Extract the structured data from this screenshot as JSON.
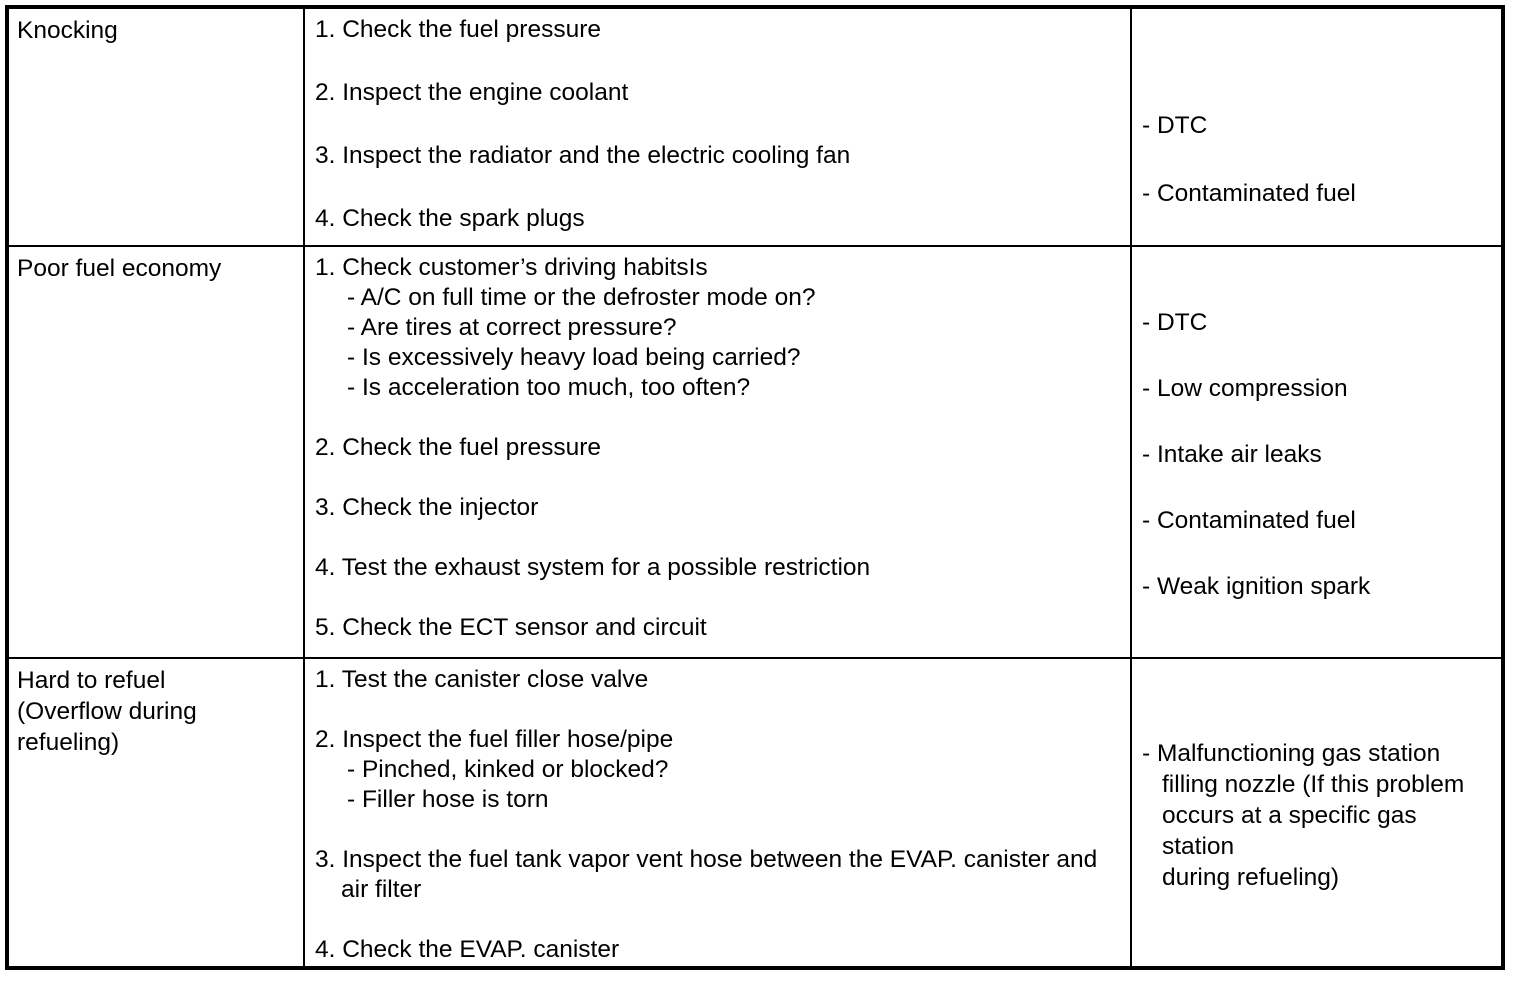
{
  "document": {
    "type": "troubleshooting-table",
    "border_color": "#000000",
    "text_color": "#000000",
    "background_color": "#ffffff"
  },
  "table": {
    "rows": [
      {
        "symptom": "Knocking",
        "checks": [
          {
            "num": "1.",
            "text": "Check the fuel pressure",
            "subs": []
          },
          {
            "num": "2.",
            "text": "Inspect the engine coolant",
            "subs": []
          },
          {
            "num": "3.",
            "text": "Inspect the radiator and the electric cooling fan",
            "subs": []
          },
          {
            "num": "4.",
            "text": "Check the spark plugs",
            "subs": []
          }
        ],
        "causes": [
          "- DTC",
          "- Contaminated fuel"
        ]
      },
      {
        "symptom": "Poor fuel economy",
        "checks": [
          {
            "num": "1.",
            "text": "Check customer’s driving habitsIs",
            "subs": [
              "- A/C on full time or the defroster mode on?",
              "- Are tires at correct pressure?",
              "- Is excessively heavy load being carried?",
              "- Is acceleration too much, too often?"
            ]
          },
          {
            "num": "2.",
            "text": "Check the fuel pressure",
            "subs": []
          },
          {
            "num": "3.",
            "text": "Check the injector",
            "subs": []
          },
          {
            "num": "4.",
            "text": "Test the exhaust system for a possible restriction",
            "subs": []
          },
          {
            "num": "5.",
            "text": "Check the ECT sensor and circuit",
            "subs": []
          }
        ],
        "causes": [
          "- DTC",
          "- Low compression",
          "- Intake air leaks",
          "- Contaminated fuel",
          "- Weak ignition spark"
        ]
      },
      {
        "symptom": "Hard to refuel\n(Overflow during\nrefueling)",
        "checks": [
          {
            "num": "1.",
            "text": "Test the canister close valve",
            "subs": []
          },
          {
            "num": "2.",
            "text": "Inspect the fuel filler hose/pipe",
            "subs": [
              "- Pinched, kinked or blocked?",
              "- Filler hose is torn"
            ]
          },
          {
            "num": "3.",
            "text": "Inspect the fuel tank vapor vent hose between the EVAP. canister and",
            "text_cont": "air filter",
            "subs": []
          },
          {
            "num": "4.",
            "text": "Check the EVAP. canister",
            "subs": []
          }
        ],
        "causes": [
          "- Malfunctioning gas station",
          "filling nozzle (If this problem",
          "occurs at a specific gas station",
          "during refueling)"
        ]
      }
    ]
  },
  "r0": {
    "symptom": "Knocking",
    "c0": "1. Check the fuel pressure",
    "c1": "2. Inspect the engine coolant",
    "c2": "3. Inspect the radiator and the electric cooling fan",
    "c3": "4. Check the spark plugs",
    "p0": "- DTC",
    "p1": "- Contaminated fuel"
  },
  "r1": {
    "symptom": "Poor fuel economy",
    "c0": "1. Check customer’s driving habitsIs",
    "c0s0": "- A/C on full time or the defroster mode on?",
    "c0s1": "- Are tires at correct pressure?",
    "c0s2": "- Is excessively heavy load being carried?",
    "c0s3": "- Is acceleration too much, too often?",
    "c1": "2. Check the fuel pressure",
    "c2": "3. Check the injector",
    "c3": "4. Test the exhaust system for a possible restriction",
    "c4": "5. Check the ECT sensor and circuit",
    "p0": "- DTC",
    "p1": "- Low compression",
    "p2": "- Intake air leaks",
    "p3": "- Contaminated fuel",
    "p4": "- Weak ignition spark"
  },
  "r2": {
    "symptom": "Hard to refuel\n(Overflow during\nrefueling)",
    "c0": "1. Test the canister close valve",
    "c1": "2. Inspect the fuel filler hose/pipe",
    "c1s0": "- Pinched, kinked or blocked?",
    "c1s1": "- Filler hose is torn",
    "c2": "3. Inspect the fuel tank vapor vent hose between the EVAP. canister and",
    "c2b": "air filter",
    "c3": "4. Check the EVAP. canister",
    "p0": "- Malfunctioning gas station",
    "p0b": "filling nozzle (If this problem",
    "p0c": "occurs at a specific gas station",
    "p0d": "during refueling)"
  }
}
